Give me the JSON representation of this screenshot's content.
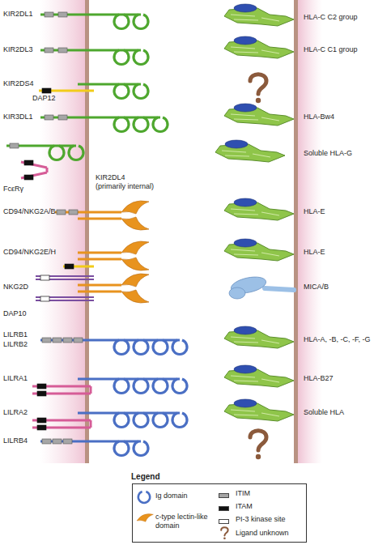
{
  "diagram": {
    "labels": [
      "KIR2DL1",
      "HLA-C C2 group",
      "KIR2DL3",
      "HLA-C C1 group",
      "KIR2DS4",
      "DAP12",
      "KIR3DL1",
      "HLA-Bw4",
      "FcεRγ",
      "KIR2DL4",
      "(primarily internal)",
      "Soluble HLA-G",
      "CD94/NKG2A/B",
      "HLA-E",
      "CD94/NKG2E/H",
      "HLA-E",
      "NKG2D",
      "MICA/B",
      "DAP10",
      "LILRB1",
      "LILRB2",
      "HLA-A, -B, -C, -F, -G",
      "LILRA1",
      "HLA-B27",
      "LILRA2",
      "Soluble HLA",
      "LILRB4",
      "Legend"
    ],
    "legend": [
      {
        "text": "Ig domain"
      },
      {
        "text": "ITIM",
        "color": "#a6a6a6"
      },
      {
        "text": "c-type lectin-like domain"
      },
      {
        "text": "ITAM",
        "color": "#111111"
      },
      {
        "text": "PI-3 kinase site",
        "color": "#ffffff"
      },
      {
        "text": "Ligand unknown"
      }
    ]
  }
}
